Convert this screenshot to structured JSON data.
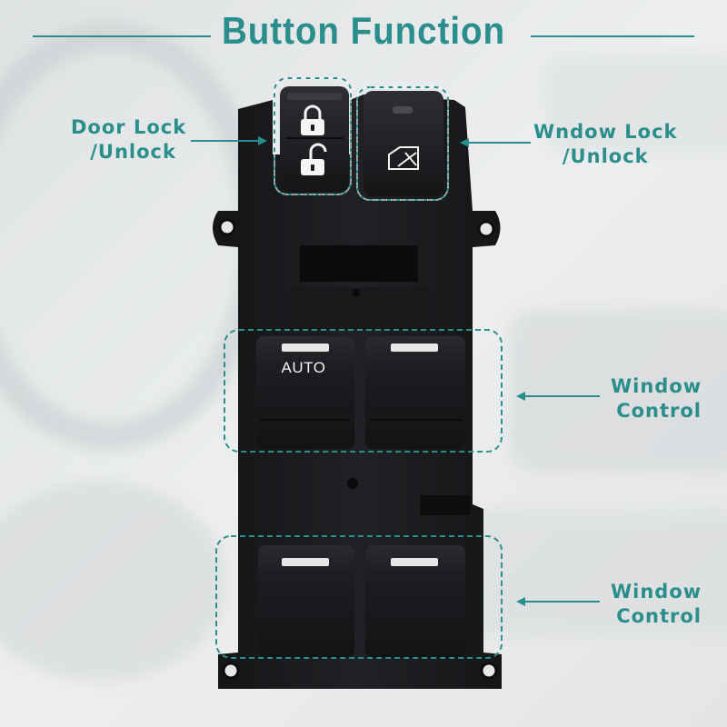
{
  "title": "Button Function",
  "labels": {
    "door_lock": {
      "line1": "Door Lock",
      "line2": "/Unlock"
    },
    "window_lock": {
      "line1": "Wndow Lock",
      "line2": "/Unlock"
    },
    "window_control_front": {
      "line1": "Window",
      "line2": "Control"
    },
    "window_control_rear": {
      "line1": "Window",
      "line2": "Control"
    }
  },
  "switch_text": {
    "auto": "AUTO"
  },
  "icons": [
    "padlock-locked-icon",
    "padlock-unlocked-icon",
    "window-lock-icon",
    "arrow-icon"
  ],
  "colors": {
    "accent": "#2a8f8c",
    "panel": "#1b1c1e",
    "background": "#e9ebec"
  }
}
